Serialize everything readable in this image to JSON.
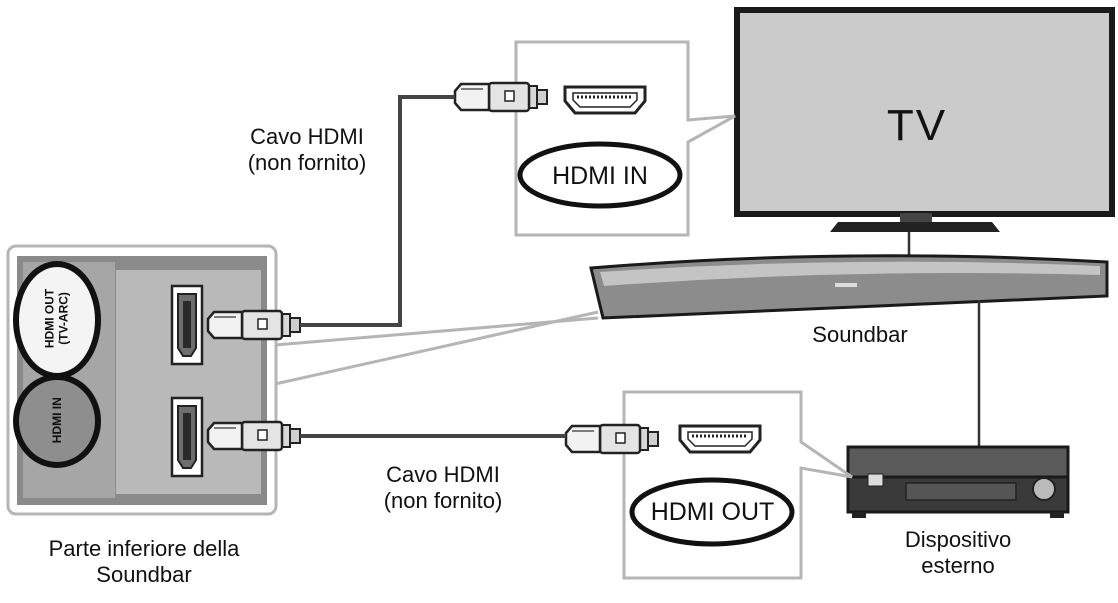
{
  "tv": {
    "label": "TV"
  },
  "tv_port": {
    "label": "HDMI IN"
  },
  "device_port": {
    "label": "HDMI OUT"
  },
  "soundbar": {
    "label": "Soundbar"
  },
  "soundbar_bottom": {
    "title_line1": "Parte inferiore della",
    "title_line2": "Soundbar",
    "port_out_line1": "HDMI OUT",
    "port_out_line2": "(TV-ARC)",
    "port_in": "HDMI IN"
  },
  "cable_top": {
    "line1": "Cavo HDMI",
    "line2": "(non fornito)"
  },
  "cable_bottom": {
    "line1": "Cavo HDMI",
    "line2": "(non fornito)"
  },
  "external_device": {
    "line1": "Dispositivo",
    "line2": "esterno"
  }
}
